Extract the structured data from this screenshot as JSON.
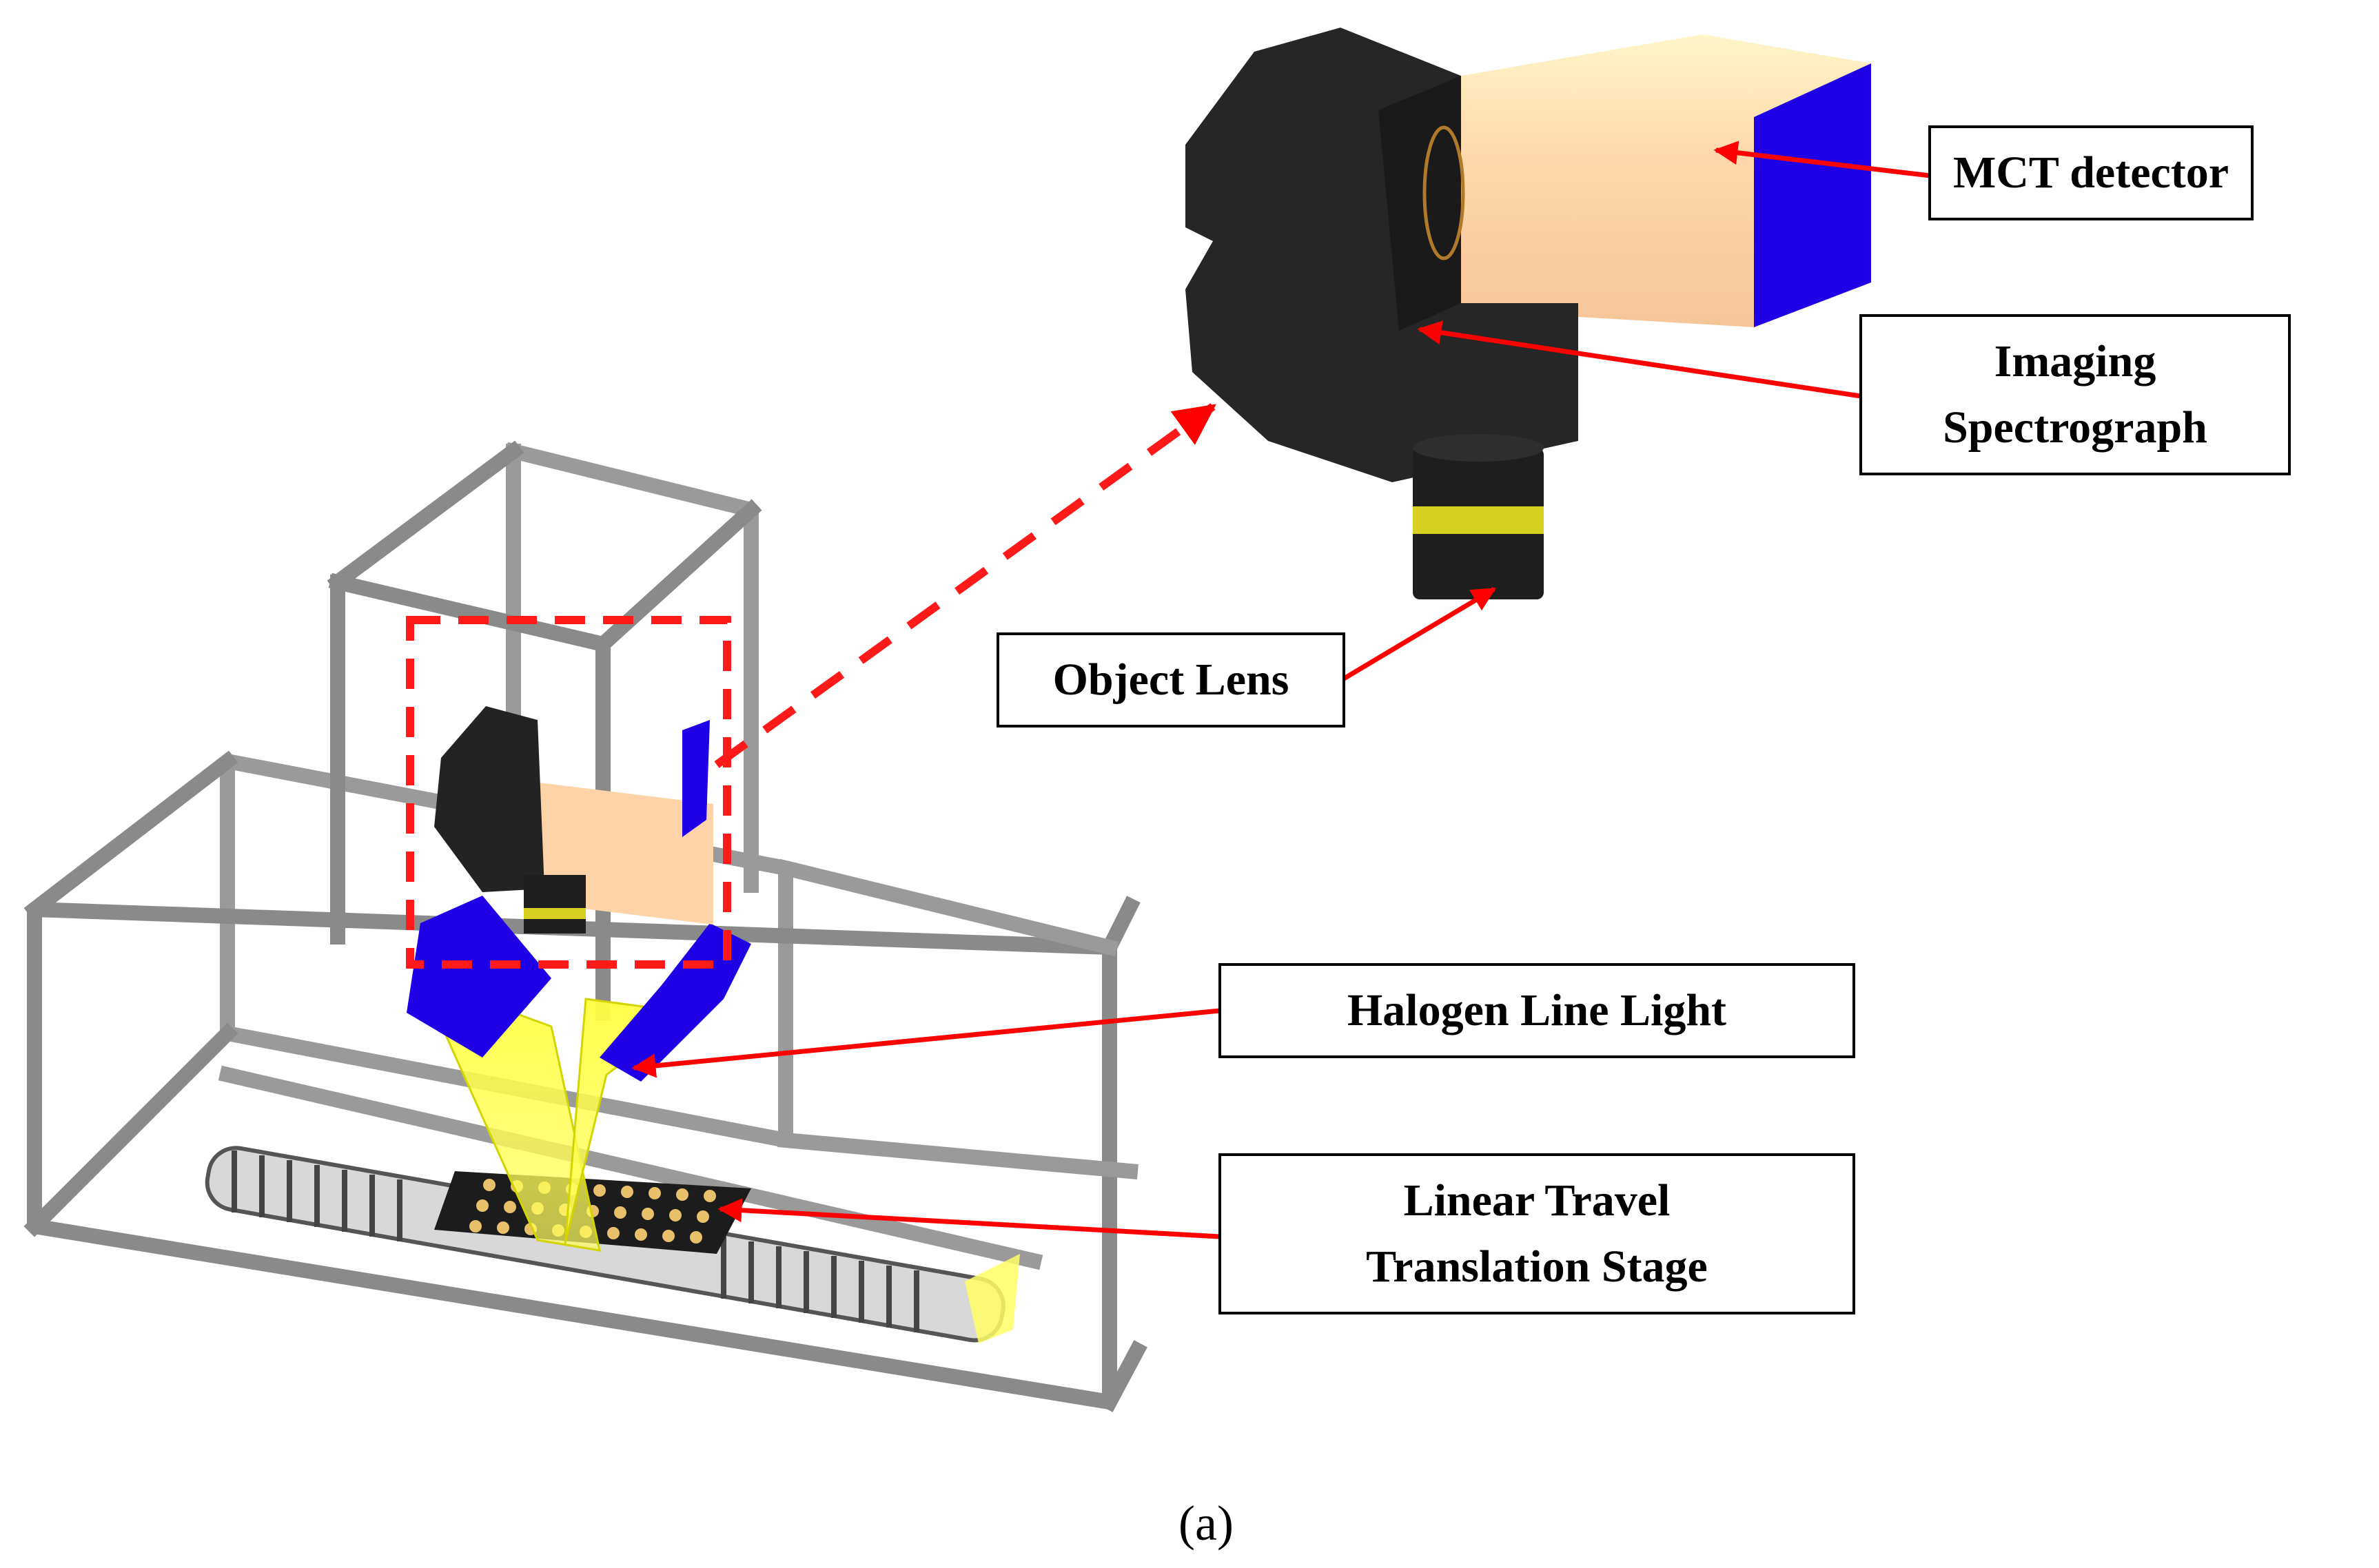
{
  "labels": {
    "mct_detector": "MCT detector",
    "imaging_spectrograph": [
      "Imaging",
      "Spectrograph"
    ],
    "object_lens": "Object Lens",
    "halogen_line_light": "Halogen Line Light",
    "linear_travel_stage": [
      "Linear Travel",
      "Translation Stage"
    ]
  },
  "caption": "(a)",
  "colors": {
    "frame": "#8a8a8a",
    "body": "#262626",
    "detector": "#f8cda0",
    "detector_end": "#1a00e6",
    "light_beam": "#ffff33",
    "lens_band": "#d8d020",
    "arrows": "#ff0000"
  }
}
